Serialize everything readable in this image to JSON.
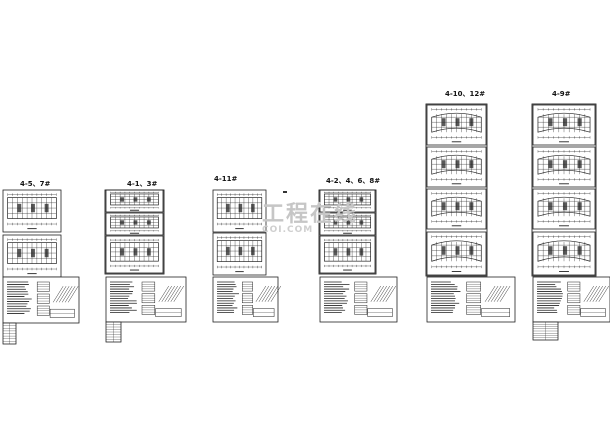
{
  "columns": [
    {
      "id": "col1",
      "label": "4-5、7#"
    },
    {
      "id": "col2",
      "label": "4-1、3#"
    },
    {
      "id": "col3",
      "label": "4-11#"
    },
    {
      "id": "col4",
      "label": "4-2、4、6、8#"
    },
    {
      "id": "col5",
      "label": "4-10、12#"
    },
    {
      "id": "col6",
      "label": "4-9#"
    }
  ],
  "watermark": {
    "text": "工程在线",
    "subtext": "COI.COM"
  },
  "colors": {
    "line": "#222222",
    "paper": "#ffffff",
    "watermark": "#c6c6c6"
  }
}
